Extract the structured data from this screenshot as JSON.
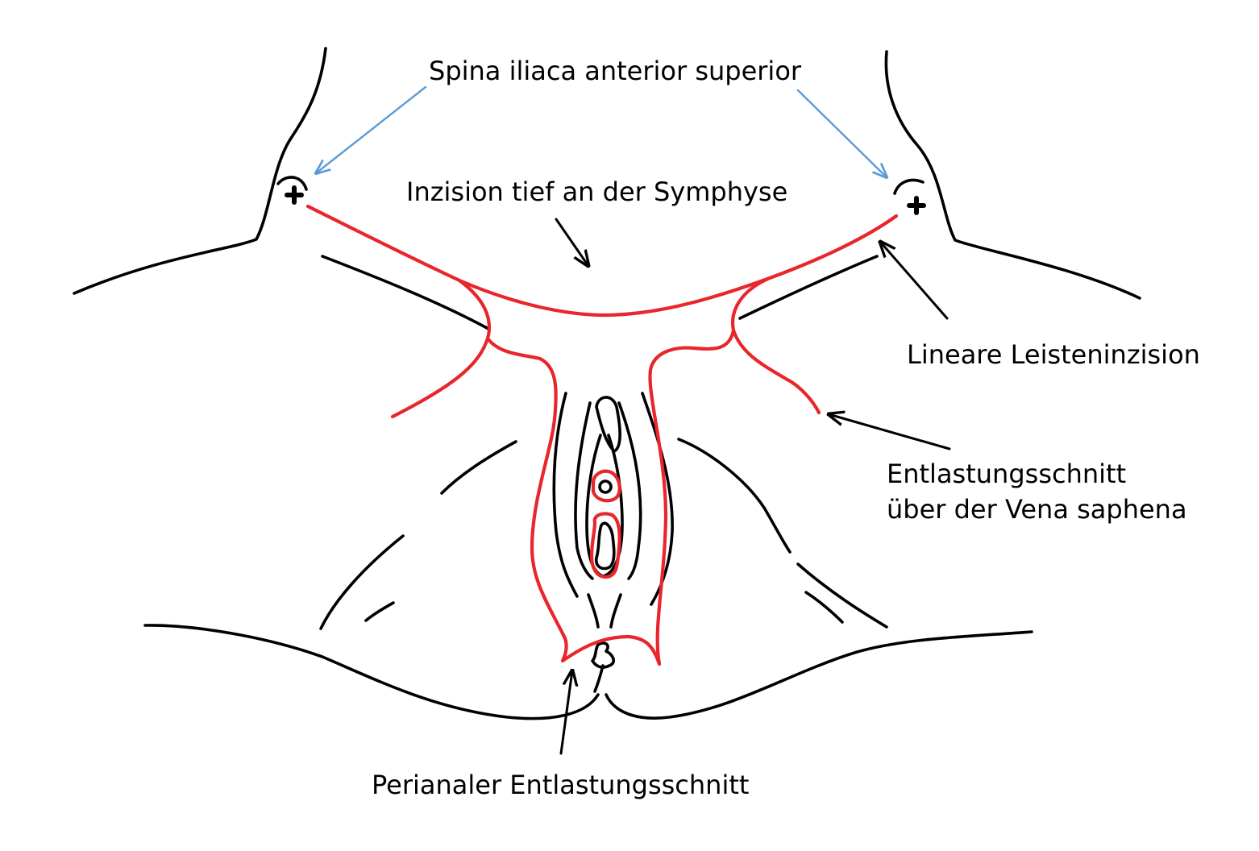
{
  "labels": {
    "spina": "Spina iliaca anterior superior",
    "symphyse": "Inzision tief an der Symphyse",
    "leiste": "Lineare Leisteninzision",
    "saphena_line1": "Entlastungsschnitt",
    "saphena_line2": "über der Vena saphena",
    "perianal": "Perianaler Entlastungsschnitt"
  },
  "colors": {
    "outline": "#000000",
    "incision": "#e8262b",
    "pointer_blue": "#5b9bd5",
    "background": "#ffffff"
  }
}
